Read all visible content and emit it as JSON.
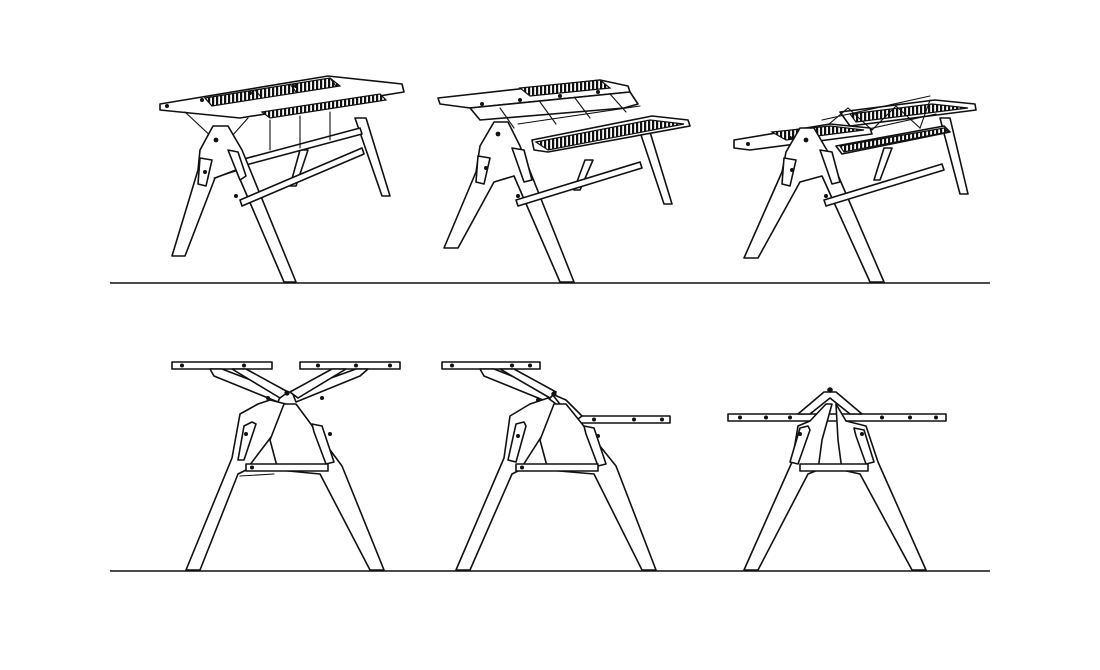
{
  "figure": {
    "rows": [
      {
        "row": "perspective",
        "panels": [
          "table",
          "bench-with-backrest",
          "double-bench"
        ]
      },
      {
        "row": "side-elevation",
        "panels": [
          "table",
          "bench-with-backrest",
          "double-bench"
        ]
      }
    ],
    "colors": {
      "line": "#111111",
      "background": "#ffffff"
    }
  }
}
